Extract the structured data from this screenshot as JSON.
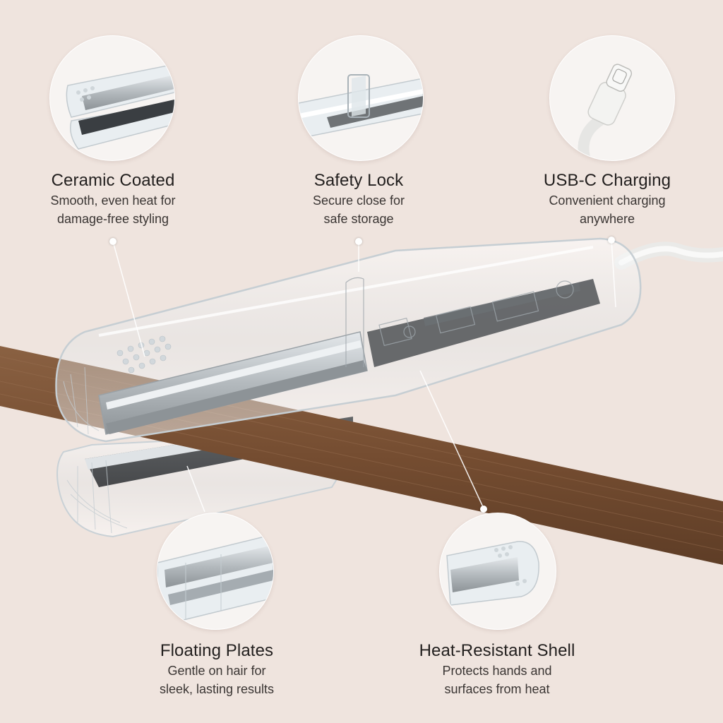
{
  "features": [
    {
      "id": "ceramic",
      "title": "Ceramic Coated",
      "desc_line1": "Smooth, even heat for",
      "desc_line2": "damage-free styling",
      "icon": "ceramic-plate-closeup"
    },
    {
      "id": "lock",
      "title": "Safety Lock",
      "desc_line1": "Secure close for",
      "desc_line2": "safe storage",
      "icon": "safety-lock-closeup"
    },
    {
      "id": "usbc",
      "title": "USB-C Charging",
      "desc_line1": "Convenient charging",
      "desc_line2": "anywhere",
      "icon": "usb-c-plug"
    },
    {
      "id": "floating",
      "title": "Floating Plates",
      "desc_line1": "Gentle on hair for",
      "desc_line2": "sleek, lasting results",
      "icon": "floating-plates-closeup"
    },
    {
      "id": "shell",
      "title": "Heat-Resistant Shell",
      "desc_line1": "Protects hands and",
      "desc_line2": "surfaces from heat",
      "icon": "shell-tip-closeup"
    }
  ],
  "colors": {
    "background": "#efe4de",
    "hair": "#7a5236",
    "shell": "#e8eef2",
    "plate": "#aeb4b9"
  }
}
